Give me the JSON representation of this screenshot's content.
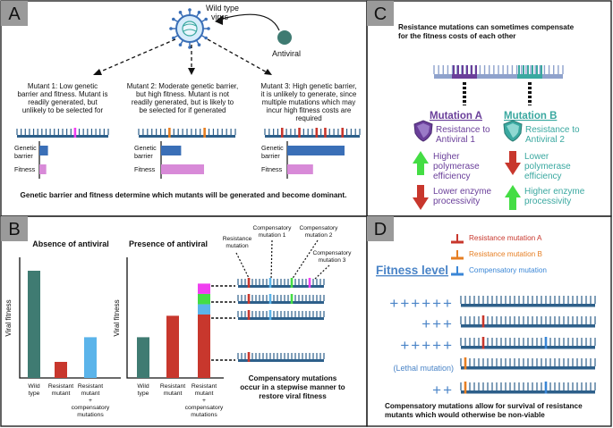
{
  "panel_letters": {
    "a": "A",
    "b": "B",
    "c": "C",
    "d": "D"
  },
  "panel_a": {
    "virus_label_line1": "Wild type",
    "virus_label_line2": "virus",
    "antiviral_label": "Antiviral",
    "mutant1": [
      "Mutant 1: Low genetic",
      "barrier and fitness. Mutant is",
      "readily generated, but",
      "unlikely to be selected for"
    ],
    "mutant2": [
      "Mutant 2: Moderate genetic barrier,",
      "but high fitness. Mutant is not",
      "readily generated, but is likely to",
      "be selected for if generated"
    ],
    "mutant3": [
      "Mutant 3: High genetic barrier,",
      "it is unlikely to generate, since",
      "multiple mutations which may",
      "incur high fitness costs are",
      "required"
    ],
    "bar_label_barrier_line1": "Genetic",
    "bar_label_barrier_line2": "barrier",
    "bar_label_fitness": "Fitness",
    "barrier_values": [
      0.15,
      0.35,
      1.0
    ],
    "fitness_values": [
      0.12,
      0.75,
      0.45
    ],
    "caption": "Genetic barrier and fitness determine which mutants will be generated and become dominant."
  },
  "panel_b": {
    "title_absence": "Absence of antiviral",
    "title_presence": "Presence of antiviral",
    "ylabel": "Viral  fitness",
    "absence_values": [
      1.0,
      0.15,
      0.38
    ],
    "presence_values": [
      0.38,
      0.58,
      0.88
    ],
    "cat_wild": [
      "Wild",
      "type"
    ],
    "cat_resistant": [
      "Resistant",
      "mutant"
    ],
    "cat_comp": [
      "Resistant",
      "mutant",
      "+",
      "compensatory",
      "mutations"
    ],
    "label_resistance": [
      "Resistance",
      "mutation"
    ],
    "label_comp1": [
      "Compensatory",
      "mutation 1"
    ],
    "label_comp2": [
      "Compensatory",
      "mutation 2"
    ],
    "label_comp3": [
      "Compensatory",
      "mutation 3"
    ],
    "caption": [
      "Compensatory mutations",
      "occur in a stepwise manner to",
      "restore viral fitness"
    ]
  },
  "panel_c": {
    "title": [
      "Resistance mutations can sometimes compensate",
      "for the fitness costs of each other"
    ],
    "mutation_a_title": "Mutation A",
    "mutation_b_title": "Mutation B",
    "mutation_a_resist": [
      "Resistance to",
      "Antiviral 1"
    ],
    "mutation_b_resist": [
      "Resistance to",
      "Antiviral 2"
    ],
    "mutation_a_effect1": [
      "Higher",
      "polymerase",
      "efficiency"
    ],
    "mutation_a_effect2": [
      "Lower enzyme",
      "processivity"
    ],
    "mutation_b_effect1": [
      "Lower",
      "polymerase",
      "efficiency"
    ],
    "mutation_b_effect2": [
      "Higher enzyme",
      "processivity"
    ]
  },
  "panel_d": {
    "legend_a": "Resistance mutation A",
    "legend_b": "Resistance mutation B",
    "legend_comp": "Compensatory mutation",
    "fitness_title": "Fitness level",
    "rows": [
      "++++++",
      "+++",
      "+++++",
      "(Lethal mutation)",
      "++"
    ],
    "caption": [
      "Compensatory mutations allow for survival of resistance",
      "mutants which would otherwise be non-viable"
    ]
  },
  "colors": {
    "strand": "#2d5f8a",
    "teal": "#3f7b72",
    "red": "#c8372d",
    "blue_light": "#5bb4ea",
    "pink": "#d88ad8",
    "purple": "#6a3f9a",
    "teal_b": "#3aa8a0",
    "orange": "#e67e22",
    "comp_blue": "#3a86d6",
    "magenta": "#f03ff0",
    "green": "#44dd44",
    "bar_blue": "#3a6fb7",
    "plus_blue": "#4a84c7"
  }
}
